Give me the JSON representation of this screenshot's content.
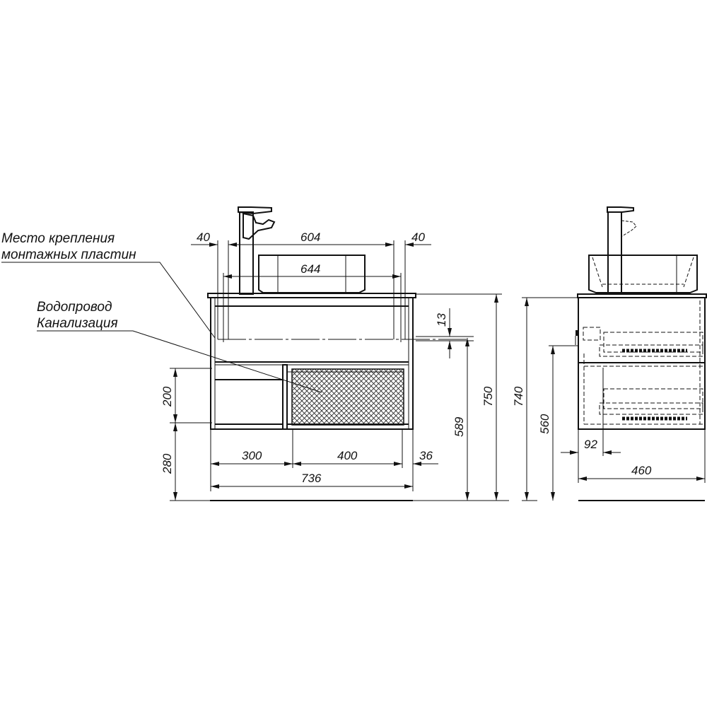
{
  "notes": {
    "mounting_plates": [
      "Место крепления",
      "монтажных пластин"
    ],
    "plumbing": [
      "Водопровод",
      "Канализация"
    ]
  },
  "front_view": {
    "dims": {
      "left_margin": "40",
      "center_span": "604",
      "right_margin": "40",
      "plates_span": "644",
      "plate_offset": "13",
      "plate_height": "589",
      "total_height": "750",
      "drawer_height": "200",
      "floor_clearance": "280",
      "drawer_width": "300",
      "mesh_width": "400",
      "right_offset": "36",
      "total_width": "736"
    }
  },
  "side_view": {
    "dims": {
      "total_height": "740",
      "pipe_height": "560",
      "pipe_offset": "92",
      "depth": "460"
    }
  }
}
